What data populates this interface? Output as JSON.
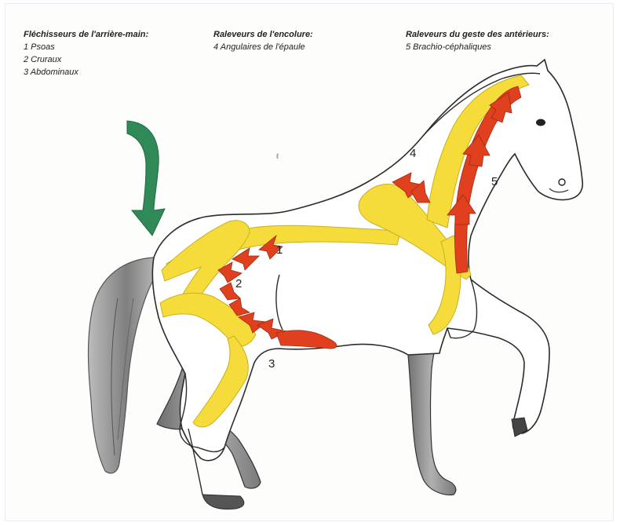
{
  "legend": [
    {
      "heading": "Fléchisseurs de l'arrière-main:",
      "items": [
        "1 Psoas",
        "2 Cruraux",
        "3 Abdominaux"
      ]
    },
    {
      "heading": "Raleveurs de l'encolure:",
      "items": [
        "4 Angulaires de l'épaule"
      ]
    },
    {
      "heading": "Raleveurs du geste des antérieurs:",
      "items": [
        "5 Brachio-céphaliques"
      ]
    }
  ],
  "numbers": {
    "n1": "1",
    "n2": "2",
    "n3": "3",
    "n4": "4",
    "n5": "5"
  },
  "colors": {
    "muscle": "#f5dc3a",
    "muscle_stroke": "#c9b020",
    "arrow": "#e0401e",
    "arrow_stroke": "#a32810",
    "flexion_arrow": "#2f8a58",
    "outline": "#2b2b2b",
    "tail_shade": "#9a9a9a",
    "leg_shade": "#8e8e8e"
  }
}
